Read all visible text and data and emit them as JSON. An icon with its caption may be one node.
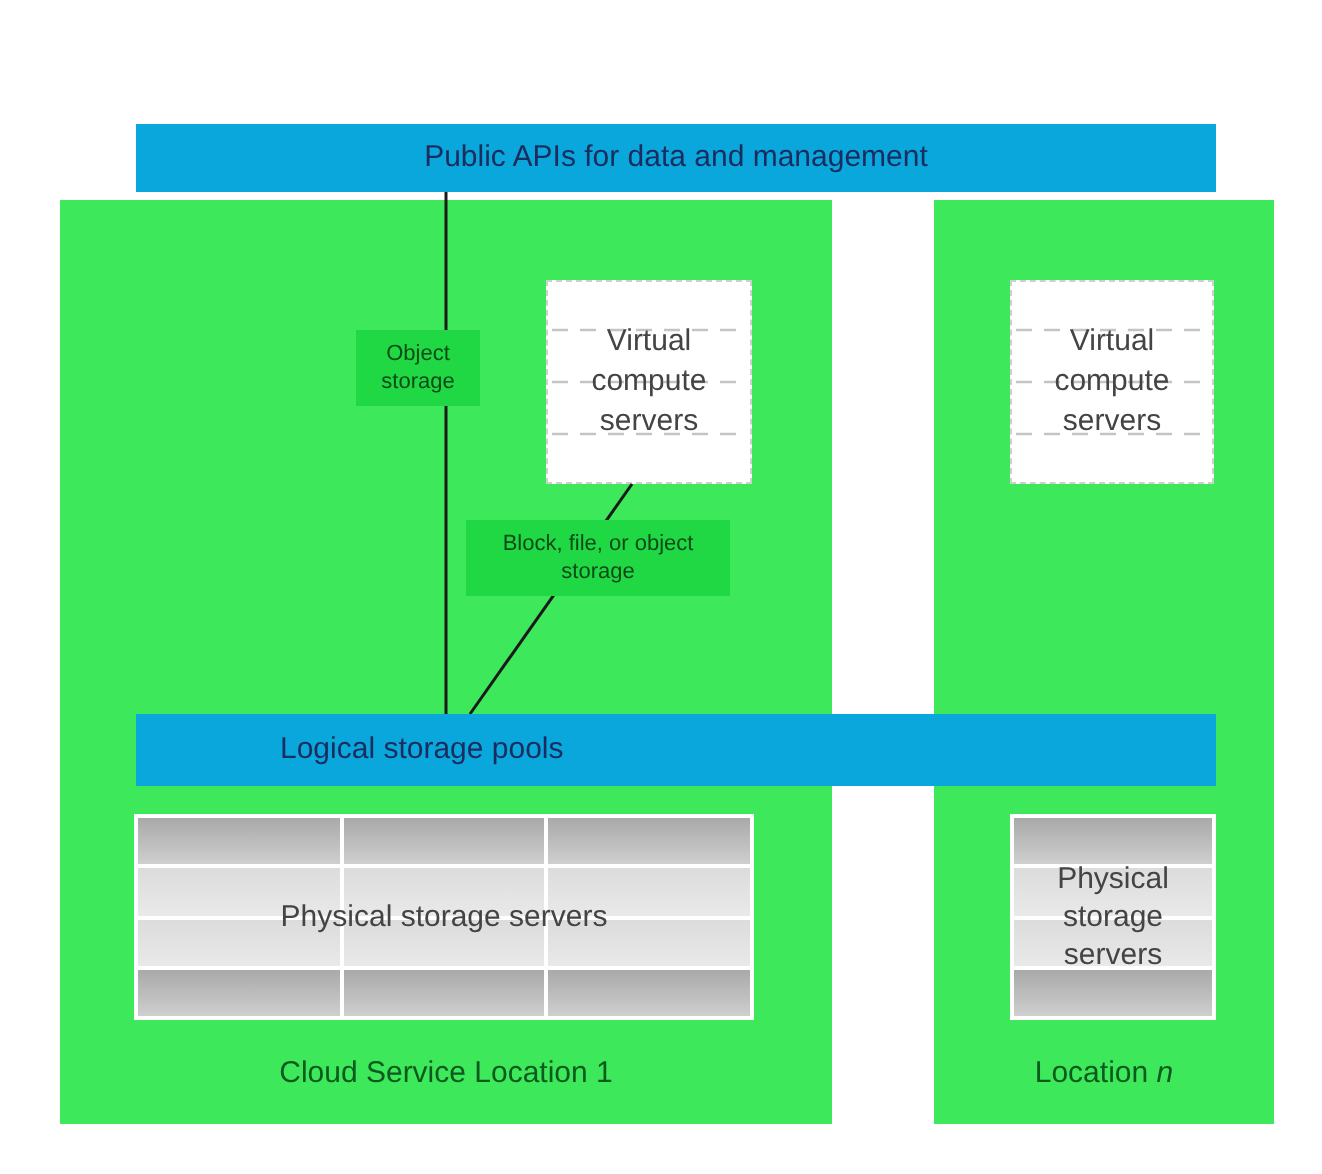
{
  "diagram": {
    "nodes": [
      {
        "text": [
          "Public APIs for data and management"
        ]
      },
      {
        "text": [
          "Cloud Service Location 1"
        ]
      },
      {
        "text": [
          "Location *n*"
        ]
      },
      {
        "text": [
          "Logical storage pools"
        ]
      },
      {
        "text": [
          "Virtual compute servers"
        ],
        "in": 1
      },
      {
        "text": [
          "Physical storage servers"
        ],
        "in": 1
      },
      {
        "text": [
          "Virtual compute servers"
        ],
        "in": 2
      },
      {
        "text": [
          "Physical storage servers"
        ],
        "in": 2
      }
    ],
    "edges": [
      {
        "from": 0,
        "to": 3,
        "arrow": "none",
        "label": "Object storage"
      },
      {
        "from": 4,
        "to": 3,
        "arrow": "none",
        "label": "Block, file, or object storage"
      }
    ]
  }
}
